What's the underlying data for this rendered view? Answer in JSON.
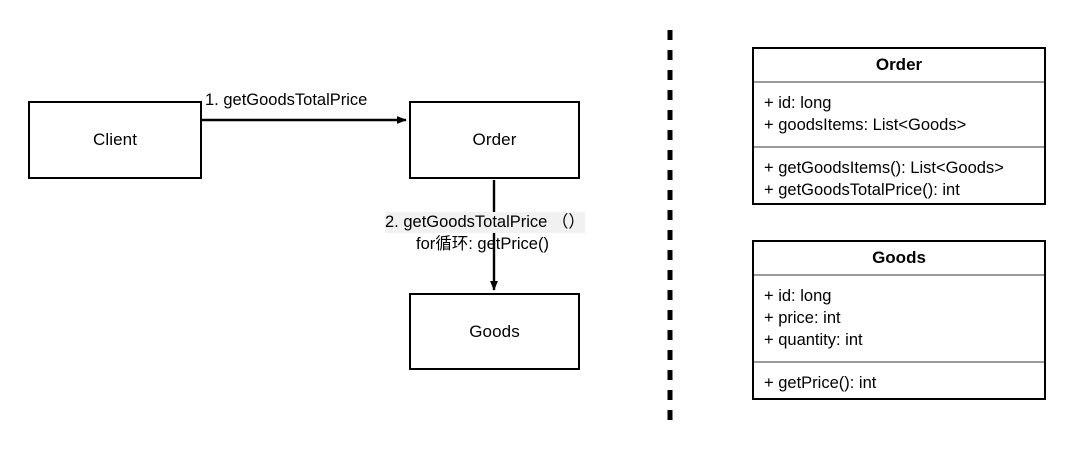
{
  "diagram": {
    "title": "Order / Goods collaboration and class diagram",
    "colors": {
      "stroke": "#000000",
      "background": "#ffffff",
      "separator": "#9a9a9a",
      "highlight": "#f1f1f1"
    },
    "collaboration": {
      "nodes": [
        {
          "id": "client",
          "label": "Client"
        },
        {
          "id": "order",
          "label": "Order"
        },
        {
          "id": "goods",
          "label": "Goods"
        }
      ],
      "messages": [
        {
          "id": "msg-1",
          "from": "client",
          "to": "order",
          "label": "1. getGoodsTotalPrice",
          "direction": "horizontal"
        },
        {
          "id": "msg-2",
          "from": "order",
          "to": "goods",
          "label_line1": "2. getGoodsTotalPrice （）",
          "label_line2": "for循环: getPrice()",
          "direction": "vertical"
        }
      ]
    },
    "divider": {
      "style": "dashed",
      "orientation": "vertical"
    },
    "classes": [
      {
        "id": "order-class",
        "name": "Order",
        "attributes": [
          "+ id: long",
          "+ goodsItems: List<Goods>"
        ],
        "methods": [
          "+ getGoodsItems(): List<Goods>",
          "+ getGoodsTotalPrice(): int"
        ]
      },
      {
        "id": "goods-class",
        "name": "Goods",
        "attributes": [
          "+ id: long",
          "+ price: int",
          "+ quantity: int"
        ],
        "methods": [
          "+ getPrice(): int"
        ]
      }
    ]
  }
}
